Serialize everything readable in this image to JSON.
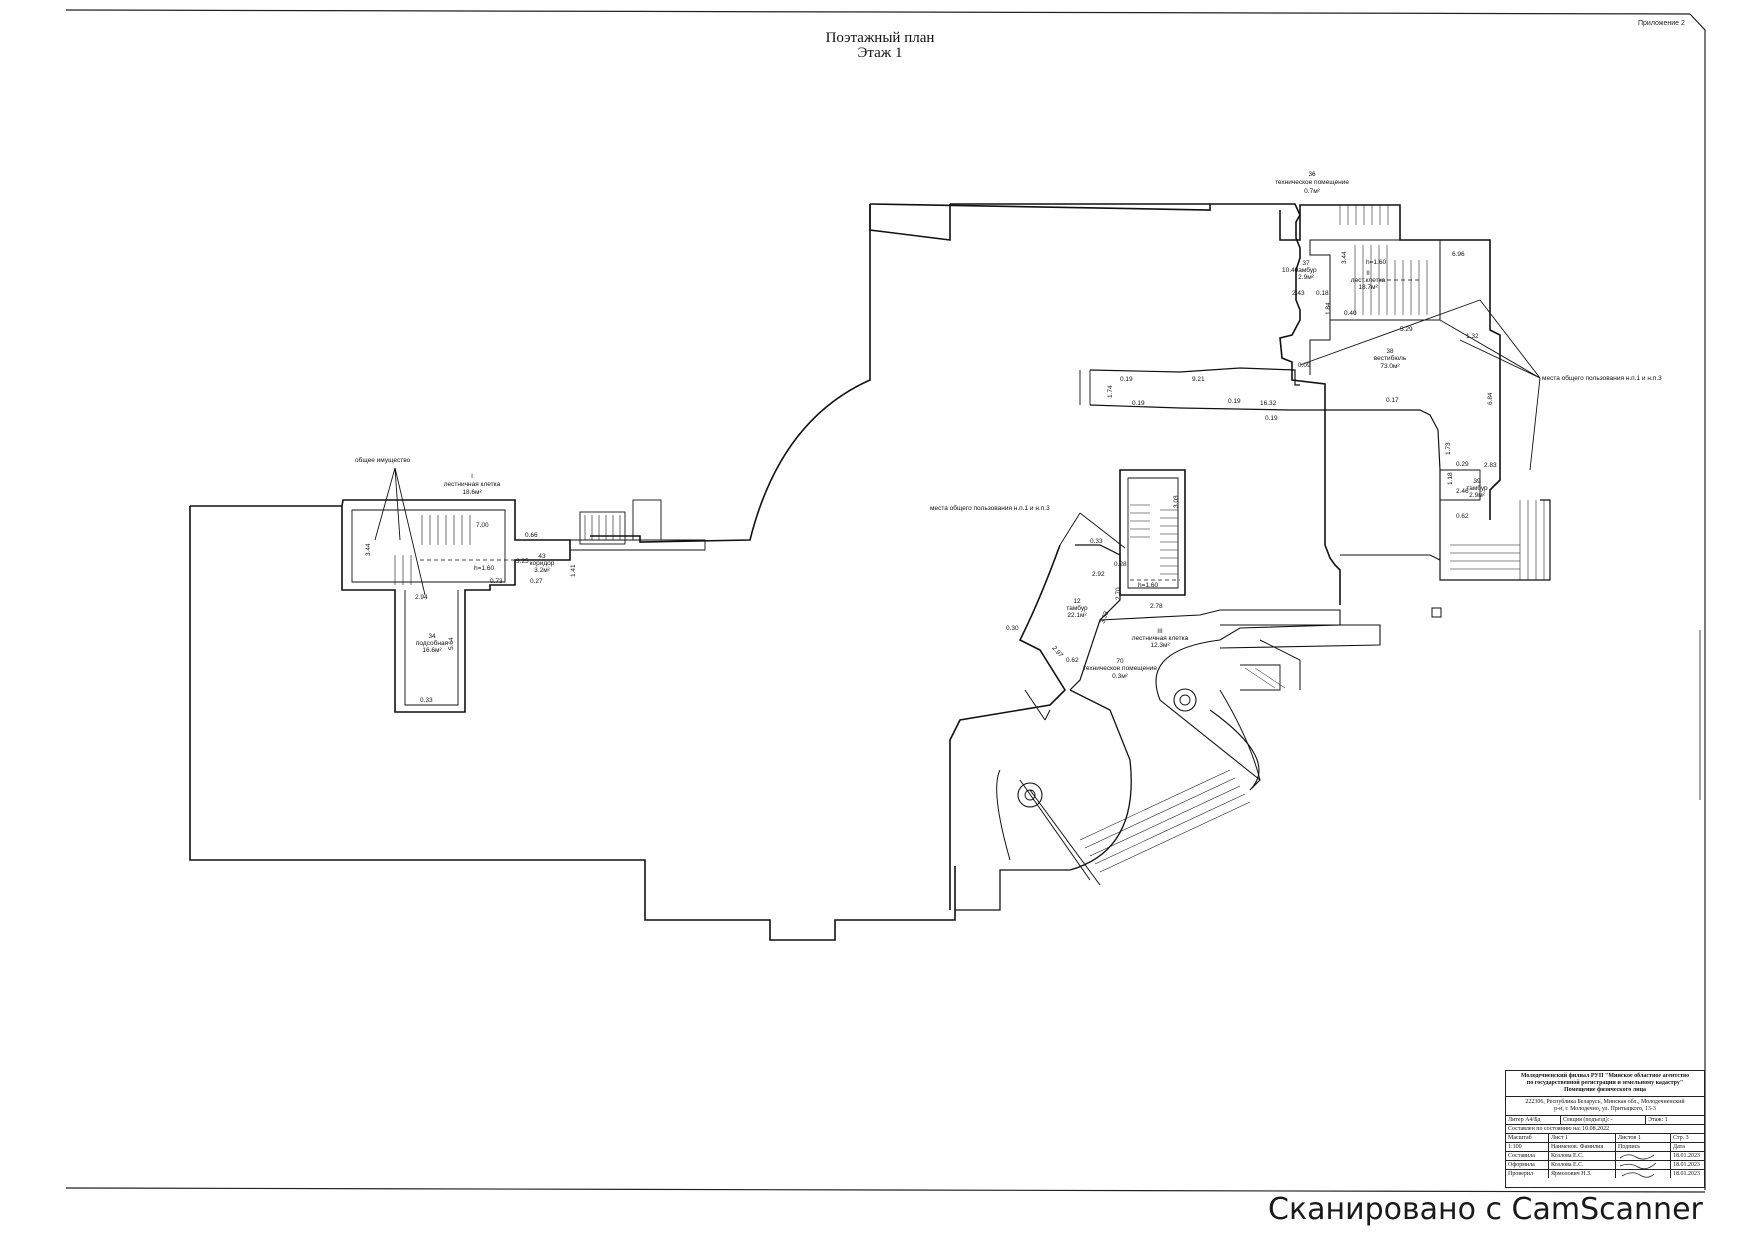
{
  "document": {
    "title_line1": "Поэтажный план",
    "title_line2": "Этаж 1",
    "appendix_label": "Приложение 2"
  },
  "rooms": {
    "r36_num": "36",
    "r36_name": "техническое помещение",
    "r36_area": "0.7м²",
    "r37_num": "37",
    "r37_name": "тамбур",
    "r37_area": "2.9м²",
    "r2_num": "II",
    "r2_name": "лест.клетка",
    "r2_area": "18.7м²",
    "r38_num": "38",
    "r38_name": "вестибюль",
    "r38_area": "73.0м²",
    "r39_num": "39",
    "r39_name": "тамбур",
    "r39_area": "2.9м²",
    "r1_num": "I",
    "r1_name": "лестничная клетка",
    "r1_area": "18.6м²",
    "r43_num": "43",
    "r43_name": "коридор",
    "r43_area": "3.2м²",
    "r34_num": "34",
    "r34_name": "подсобная",
    "r34_area": "16.6м²",
    "r12_num": "12",
    "r12_name": "тамбур",
    "r12_area": "22.1м²",
    "r3_num": "III",
    "r3_name": "лестничная клетка",
    "r3_area": "12.3м²",
    "r70_num": "70",
    "r70_name": "техническое помещение",
    "r70_area": "0.3м²"
  },
  "annotations": {
    "common_property": "общее имущество",
    "common_use_right": "места общего пользования н.п.1 и н.п.3",
    "common_use_center": "места общего пользования н.п.1 и н.п.3",
    "h_left": "h=1.60",
    "h_right": "h=1.60",
    "h_center": "h=1.60"
  },
  "dimensions": {
    "d_700": "7.00",
    "d_344": "3.44",
    "d_066": "0.66",
    "d_325": "3.25",
    "d_141": "1.41",
    "d_073": "0.73",
    "d_027": "0.27",
    "d_294": "2.94",
    "d_564": "5.64",
    "d_033": "0.33",
    "d_019a": "0.19",
    "d_921": "9.21",
    "d_174": "1.74",
    "d_019b": "0.19",
    "d_019c": "0.19",
    "d_1632": "16.32",
    "d_019d": "0.19",
    "d_017": "0.17",
    "d_696": "6.96",
    "d_529": "5.29",
    "d_132": "1.32",
    "d_684": "6.84",
    "d_243": "2.43",
    "d_018": "0.18",
    "d_040": "0.40",
    "d_184": "1.84",
    "d_344b": "3.44",
    "d_009": "0.09",
    "d_173": "1.73",
    "d_029": "0.29",
    "d_283": "2.83",
    "d_246": "2.46",
    "d_118": "1.18",
    "d_062": "0.62",
    "d_303": "3.03",
    "d_033b": "0.33",
    "d_028": "0.28",
    "d_292": "2.92",
    "d_270": "2.70",
    "d_278": "2.78",
    "d_333": "3.33",
    "d_030": "0.30",
    "d_297": "2.97",
    "d_062b": "0.62",
    "d_1040": "10.40"
  },
  "stamp": {
    "org_line1": "Молодечненский филиал РУП \"Минское областное агентство",
    "org_line2": "по государственной регистрации и земельному кадастру\"",
    "org_line3": "Помещение физического лица",
    "address_line1": "222306, Республика Беларусь, Минская обл., Молодечненский",
    "address_line2": "р-н, г. Молодечно, ул. Притыцкого, 13-3",
    "litera_label": "Литер А4/Бд",
    "section_label": "Секция (подъезд): -",
    "floor_label": "Этаж: 1",
    "compiled_label": "Составлен по состоянию на: 10.08.2022",
    "scale_head": "Масштаб",
    "sheet_head": "Лист 1",
    "sheets_head": "Листов 1",
    "page_head": "Стр. 3",
    "scale_value": "1:100",
    "position_head": "Наименов. Фамилия",
    "signature_head": "Подпись",
    "date_head": "Дата",
    "role1": "Составила",
    "name1": "Козлова Е.С.",
    "date1": "18.01.2023",
    "role2": "Оформила",
    "name2": "Козлова Е.С.",
    "date2": "18.01.2023",
    "role3": "Проверил",
    "name3": "Ярмолович Н.З.",
    "date3": "18.01.2023"
  },
  "watermark": {
    "text": "Сканировано с CamScanner"
  }
}
